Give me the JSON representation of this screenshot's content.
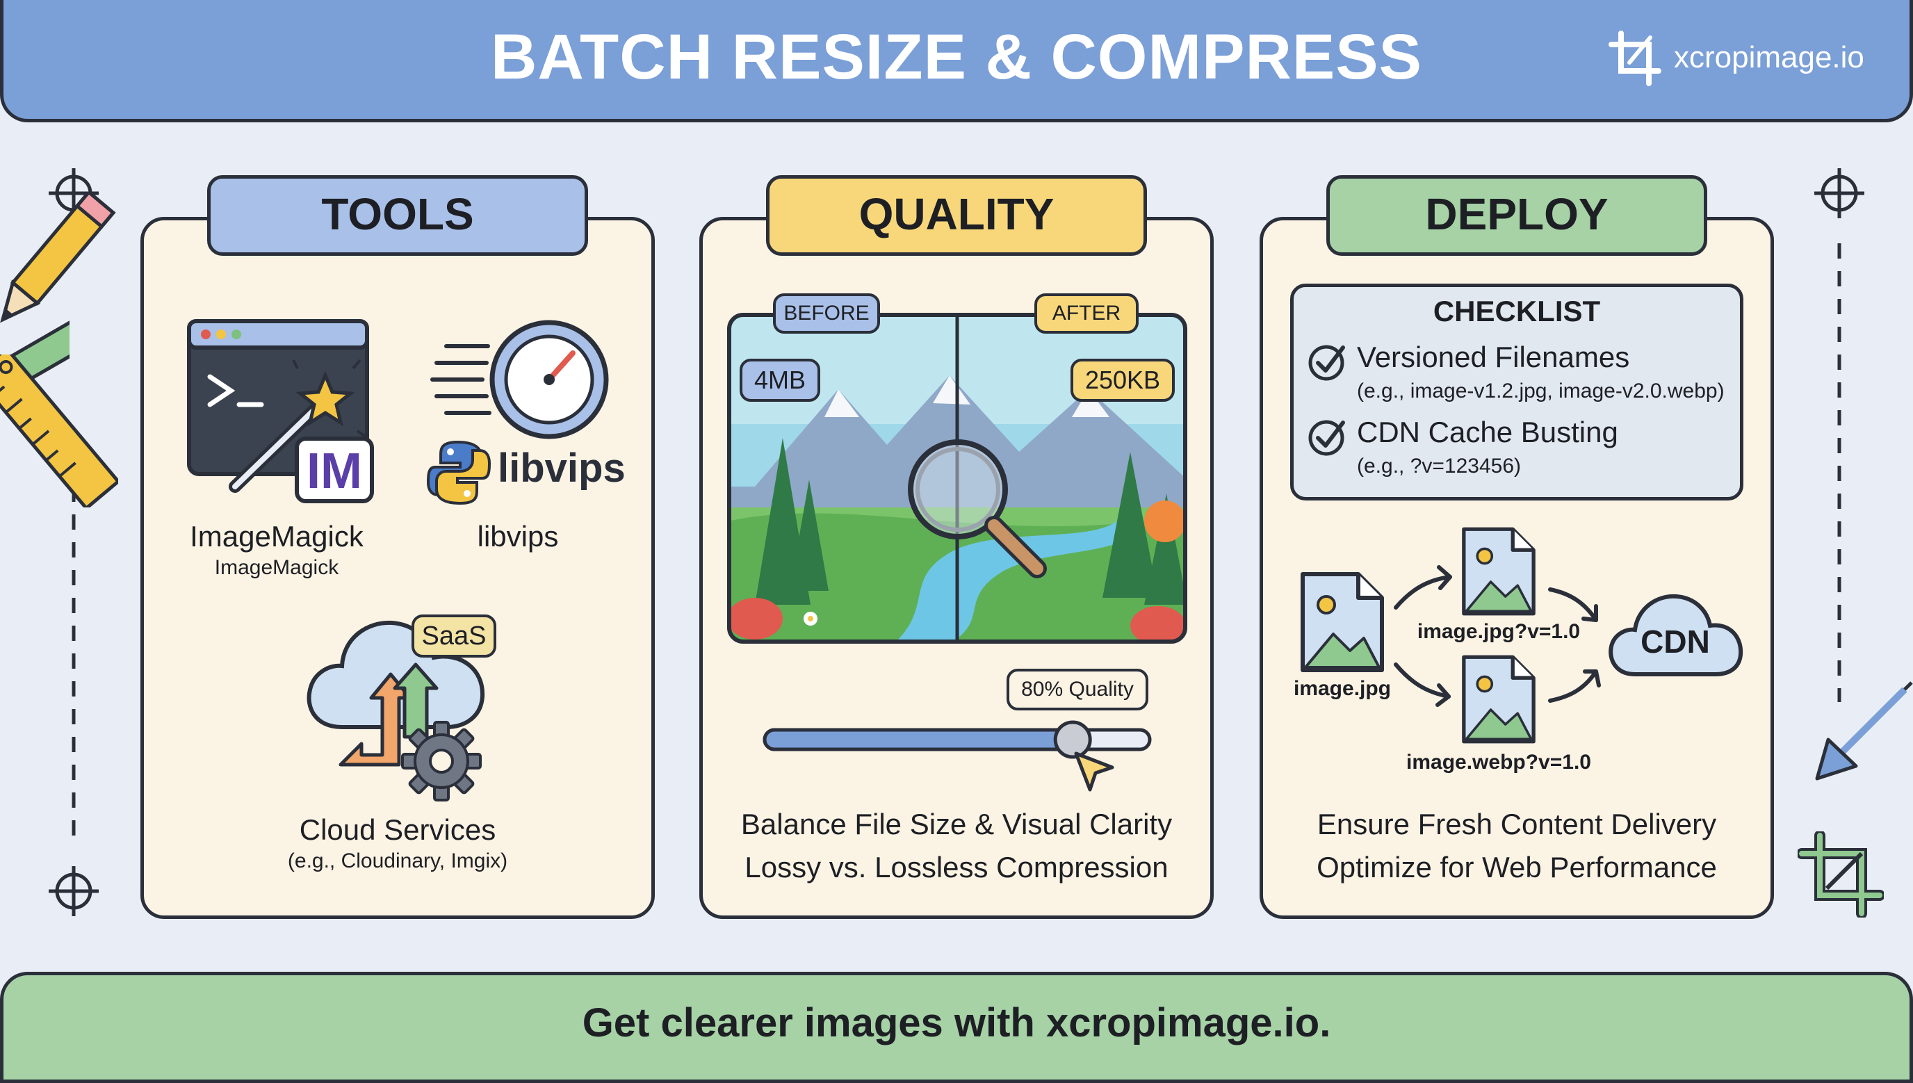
{
  "header": {
    "title": "BATCH RESIZE & COMPRESS",
    "brand": "xcropimage.io"
  },
  "tools": {
    "tab": "TOOLS",
    "imagemagick_badge": "IM",
    "imagemagick_label": "ImageMagick",
    "imagemagick_sub": "ImageMagick",
    "libvips_logo_text": "libvips",
    "libvips_label": "libvips",
    "saas_badge": "SaaS",
    "cloud_label": "Cloud Services",
    "cloud_sub": "(e.g., Cloudinary, Imgix)"
  },
  "quality": {
    "tab": "QUALITY",
    "before_label": "BEFORE",
    "after_label": "AFTER",
    "before_size": "4MB",
    "after_size": "250KB",
    "slider_label": "80% Quality",
    "slider_value": 0.8,
    "caption_line1": "Balance File Size & Visual Clarity",
    "caption_line2": "Lossy vs. Lossless Compression"
  },
  "deploy": {
    "tab": "DEPLOY",
    "checklist_title": "CHECKLIST",
    "items": [
      {
        "title": "Versioned Filenames",
        "sub": "(e.g., image-v1.2.jpg, image-v2.0.webp)"
      },
      {
        "title": "CDN Cache Busting",
        "sub": "(e.g., ?v=123456)"
      }
    ],
    "source_file": "image.jpg",
    "jpg_file": "image.jpg?v=1.0",
    "webp_file": "image.webp?v=1.0",
    "cdn_label": "CDN",
    "caption_line1": "Ensure Fresh Content Delivery",
    "caption_line2": "Optimize for Web Performance"
  },
  "footer": {
    "text": "Get clearer images with xcropimage.io."
  },
  "colors": {
    "header": "#7b9fd7",
    "tools_tab": "#a9c0e8",
    "quality_tab": "#f7d77a",
    "deploy_tab": "#a6d2a6",
    "footer": "#a6d2a6",
    "panel": "#fbf3e4"
  },
  "icons": [
    "crop-logo-icon",
    "crosshair-icon",
    "pencil-icon",
    "ruler-icon",
    "terminal-icon",
    "magic-wand-icon",
    "speedometer-icon",
    "python-logo-icon",
    "cloud-icon",
    "gear-icon",
    "magnifier-icon",
    "cursor-arrow-icon",
    "check-icon",
    "image-file-icon",
    "cdn-cloud-icon",
    "crop-icon"
  ]
}
